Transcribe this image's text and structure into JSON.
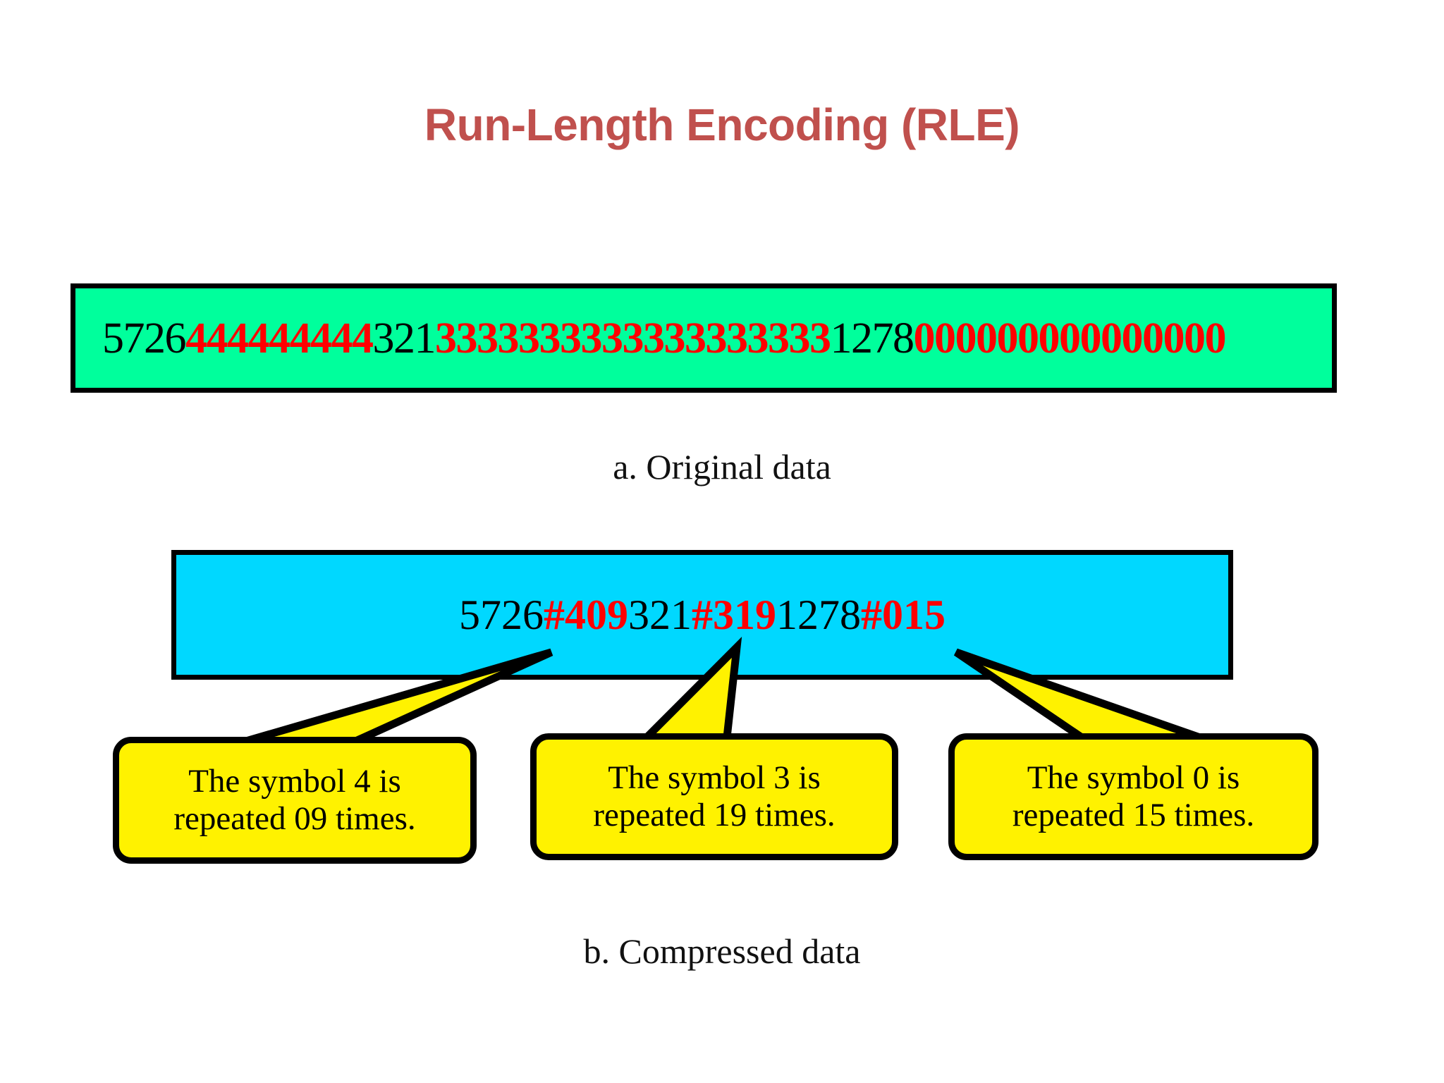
{
  "slide": {
    "title": "Run-Length Encoding (RLE)",
    "title_color": "#c0504d",
    "background_color": "#ffffff"
  },
  "original": {
    "box_color": "#00FF9C",
    "border_color": "#000000",
    "caption": "a. Original data",
    "segments": [
      {
        "text": "5726",
        "style": "plain"
      },
      {
        "text": "444444444",
        "style": "run"
      },
      {
        "text": "321",
        "style": "plain"
      },
      {
        "text": "3333333333333333333",
        "style": "run"
      },
      {
        "text": "1278",
        "style": "plain"
      },
      {
        "text": "000000000000000",
        "style": "run"
      }
    ],
    "runs": [
      {
        "symbol": "4",
        "count": 9
      },
      {
        "symbol": "3",
        "count": 19
      },
      {
        "symbol": "0",
        "count": 15
      }
    ]
  },
  "compressed": {
    "box_color": "#00D8FF",
    "border_color": "#000000",
    "caption": "b. Compressed data",
    "segments": [
      {
        "text": "5726",
        "style": "plain"
      },
      {
        "text": "#409",
        "style": "run"
      },
      {
        "text": "321",
        "style": "plain"
      },
      {
        "text": "#319",
        "style": "run"
      },
      {
        "text": "1278",
        "style": "plain"
      },
      {
        "text": "#015",
        "style": "run"
      }
    ]
  },
  "callouts": [
    {
      "id": "callout-4",
      "fill_color": "#FFF200",
      "border_color": "#000000",
      "line1": "The symbol 4 is",
      "line2": "repeated 09 times."
    },
    {
      "id": "callout-3",
      "fill_color": "#FFF200",
      "border_color": "#000000",
      "line1": "The symbol 3 is",
      "line2": "repeated 19 times."
    },
    {
      "id": "callout-0",
      "fill_color": "#FFF200",
      "border_color": "#000000",
      "line1": "The symbol 0 is",
      "line2": "repeated 15 times."
    }
  ],
  "accent_colors": {
    "run_text": "#FF0000",
    "plain_text": "#000000"
  }
}
